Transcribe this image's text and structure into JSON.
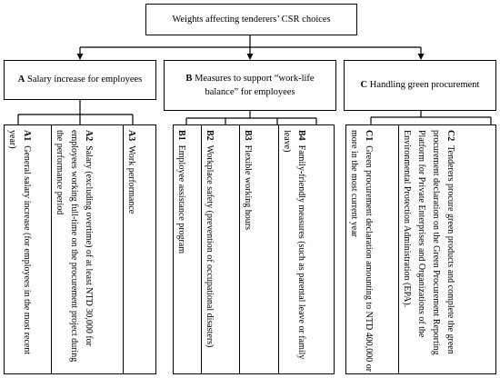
{
  "root": {
    "title": "Weights affecting tenderers’ CSR choices"
  },
  "categories": [
    {
      "code": "A",
      "label": "Salary increase for employees"
    },
    {
      "code": "B",
      "label": "Measures to support “work-life balance” for employees"
    },
    {
      "code": "C",
      "label": "Handling green procurement"
    }
  ],
  "items": [
    {
      "code": "A1",
      "label": "General salary increase (for employees in the most recent year)"
    },
    {
      "code": "A2",
      "label": "Salary (excluding overtime) of at least NTD 30,000 for employees working full-time on the procurement project during the performance period"
    },
    {
      "code": "A3",
      "label": "Work performance"
    },
    {
      "code": "B1",
      "label": "Employee assistance program"
    },
    {
      "code": "B2",
      "label": "Workplace safety (prevention of occupational disasters)"
    },
    {
      "code": "B3",
      "label": "Flexible working hours"
    },
    {
      "code": "B4",
      "label": "Family-friendly measures (such as parental leave or family leave)"
    },
    {
      "code": "C1",
      "label": "Green procurement declaration amounting to NTD 400,000 or more in the most current year"
    },
    {
      "code": "C2",
      "label": "Tenderers procure green products and complete the green procurement declaration on the Green Procurement Reporting Platform for Private Enterprises and Organizations of the Environmental Protection Administration (EPA)."
    }
  ]
}
